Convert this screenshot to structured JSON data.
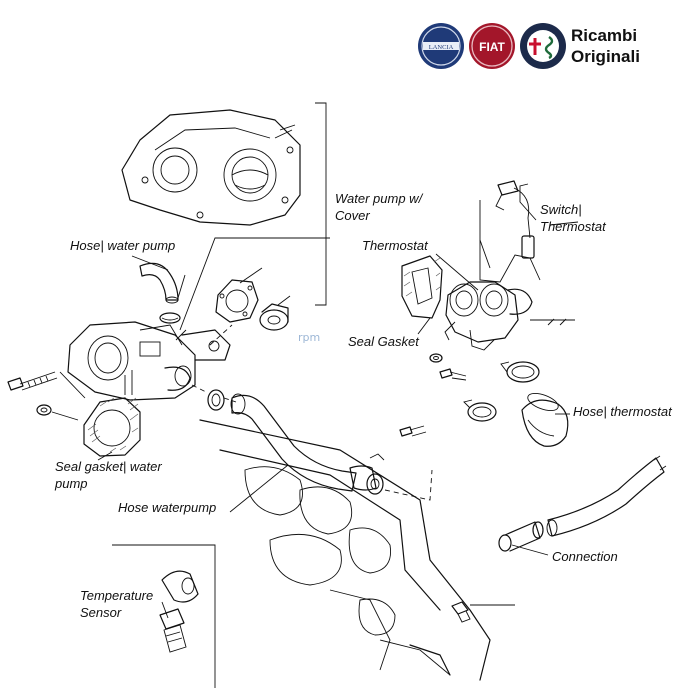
{
  "brand": {
    "logos": [
      "lancia-badge",
      "fiat-badge",
      "alfa-romeo-badge"
    ],
    "logo_text": [
      "LANCIA",
      "FIAT"
    ],
    "title_line1": "Ricambi",
    "title_line2": "Originali"
  },
  "watermark": "rpm",
  "labels": {
    "water_pump_cover_1": "Water pump w/",
    "water_pump_cover_2": "Cover",
    "hose_water_pump": "Hose| water pump",
    "thermostat": "Thermostat",
    "switch_thermostat_1": "Switch|",
    "switch_thermostat_2": "Thermostat",
    "seal_gasket": "Seal Gasket",
    "hose_thermostat": "Hose| thermostat",
    "seal_gasket_water_pump_1": "Seal gasket| water",
    "seal_gasket_water_pump_2": "pump",
    "hose_waterpump": "Hose waterpump",
    "connection": "Connection",
    "temperature_sensor_1": "Temperature",
    "temperature_sensor_2": "Sensor"
  },
  "colors": {
    "lancia": "#1f3a78",
    "fiat": "#a3162a",
    "alfa_ring": "#1c2a4a",
    "alfa_cross": "#c8102e",
    "alfa_serpent": "#1e6a3a",
    "watermark": "#9db7d6"
  }
}
